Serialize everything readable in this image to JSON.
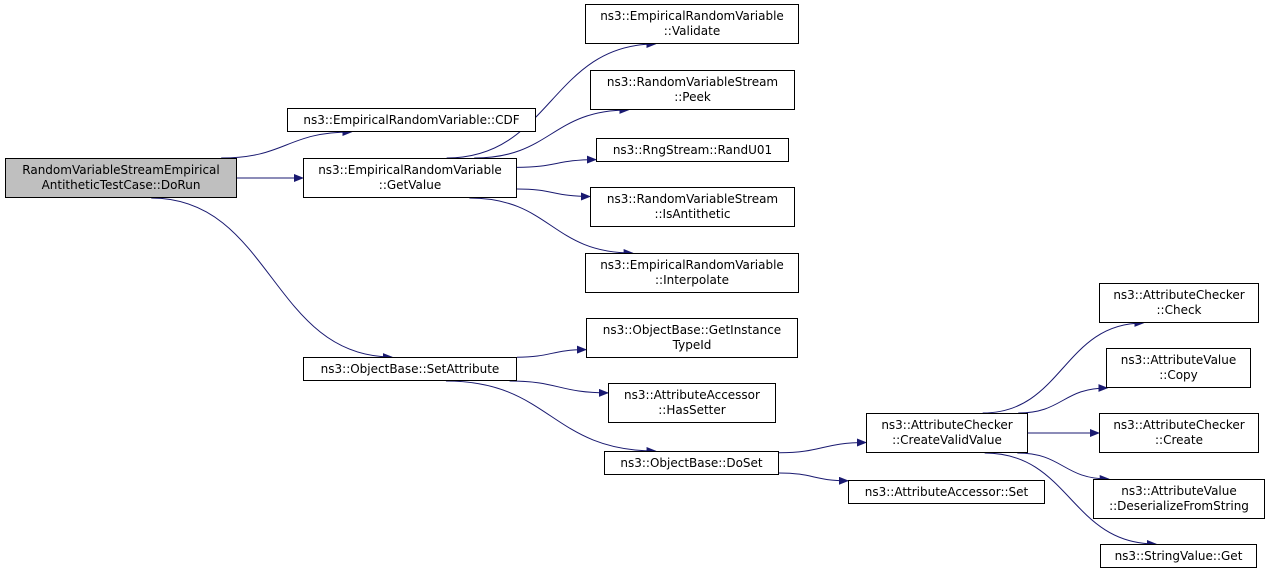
{
  "graph": {
    "root": {
      "line1": "RandomVariableStreamEmpirical",
      "line2": "AntitheticTestCase::DoRun"
    },
    "nodes": {
      "erv_cdf": {
        "line1": "ns3::EmpiricalRandomVariable::CDF"
      },
      "erv_getvalue": {
        "line1": "ns3::EmpiricalRandomVariable",
        "line2": "::GetValue"
      },
      "erv_validate": {
        "line1": "ns3::EmpiricalRandomVariable",
        "line2": "::Validate"
      },
      "rvs_peek": {
        "line1": "ns3::RandomVariableStream",
        "line2": "::Peek"
      },
      "rng_randu01": {
        "line1": "ns3::RngStream::RandU01"
      },
      "rvs_isantithetic": {
        "line1": "ns3::RandomVariableStream",
        "line2": "::IsAntithetic"
      },
      "erv_interpolate": {
        "line1": "ns3::EmpiricalRandomVariable",
        "line2": "::Interpolate"
      },
      "ob_setattribute": {
        "line1": "ns3::ObjectBase::SetAttribute"
      },
      "ob_getinstancetypeid": {
        "line1": "ns3::ObjectBase::GetInstance",
        "line2": "TypeId"
      },
      "aa_hassetter": {
        "line1": "ns3::AttributeAccessor",
        "line2": "::HasSetter"
      },
      "ob_doset": {
        "line1": "ns3::ObjectBase::DoSet"
      },
      "ac_createvalidvalue": {
        "line1": "ns3::AttributeChecker",
        "line2": "::CreateValidValue"
      },
      "aa_set": {
        "line1": "ns3::AttributeAccessor::Set"
      },
      "ac_check": {
        "line1": "ns3::AttributeChecker",
        "line2": "::Check"
      },
      "av_copy": {
        "line1": "ns3::AttributeValue",
        "line2": "::Copy"
      },
      "ac_create": {
        "line1": "ns3::AttributeChecker",
        "line2": "::Create"
      },
      "av_deserialize": {
        "line1": "ns3::AttributeValue",
        "line2": "::DeserializeFromString"
      },
      "sv_get": {
        "line1": "ns3::StringValue::Get"
      }
    },
    "edges": [
      {
        "from": "root",
        "to": "erv_cdf"
      },
      {
        "from": "root",
        "to": "erv_getvalue"
      },
      {
        "from": "root",
        "to": "ob_setattribute"
      },
      {
        "from": "erv_getvalue",
        "to": "erv_validate"
      },
      {
        "from": "erv_getvalue",
        "to": "rvs_peek"
      },
      {
        "from": "erv_getvalue",
        "to": "rng_randu01"
      },
      {
        "from": "erv_getvalue",
        "to": "rvs_isantithetic"
      },
      {
        "from": "erv_getvalue",
        "to": "erv_interpolate"
      },
      {
        "from": "ob_setattribute",
        "to": "ob_getinstancetypeid"
      },
      {
        "from": "ob_setattribute",
        "to": "aa_hassetter"
      },
      {
        "from": "ob_setattribute",
        "to": "ob_doset"
      },
      {
        "from": "ob_doset",
        "to": "ac_createvalidvalue"
      },
      {
        "from": "ob_doset",
        "to": "aa_set"
      },
      {
        "from": "ac_createvalidvalue",
        "to": "ac_check"
      },
      {
        "from": "ac_createvalidvalue",
        "to": "av_copy"
      },
      {
        "from": "ac_createvalidvalue",
        "to": "ac_create"
      },
      {
        "from": "ac_createvalidvalue",
        "to": "av_deserialize"
      },
      {
        "from": "ac_createvalidvalue",
        "to": "sv_get"
      }
    ],
    "edge_color": "#191970",
    "root_fill": "#bfbfbf",
    "node_fill": "#ffffff",
    "border_color": "#000000"
  }
}
